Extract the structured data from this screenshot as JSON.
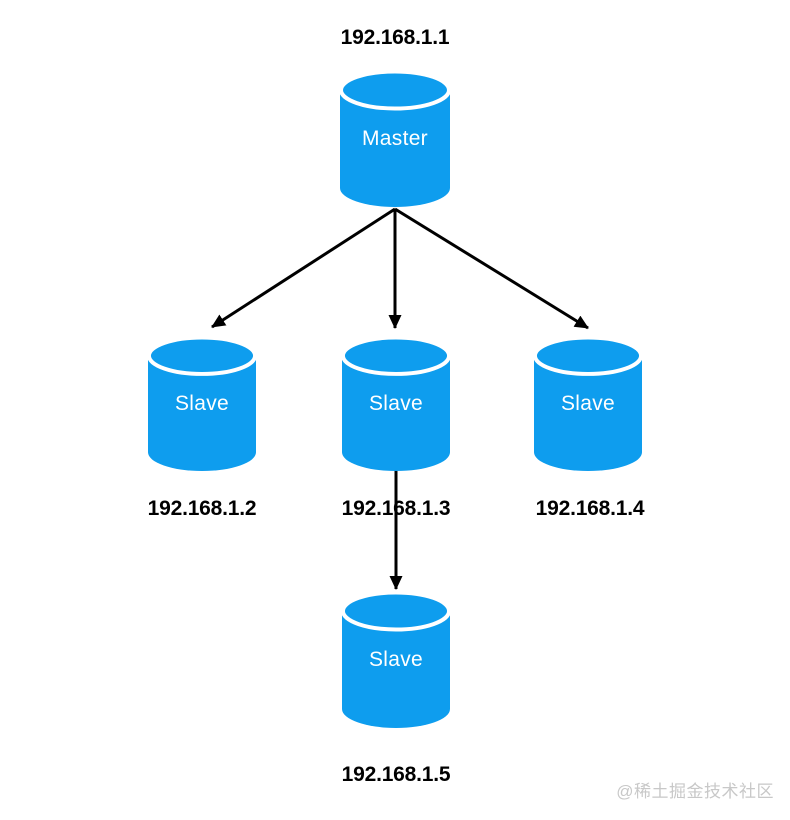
{
  "diagram": {
    "type": "master-slave-replication-topology",
    "nodes": {
      "master": {
        "label": "Master",
        "ip": "192.168.1.1"
      },
      "slave1": {
        "label": "Slave",
        "ip": "192.168.1.2"
      },
      "slave2": {
        "label": "Slave",
        "ip": "192.168.1.3"
      },
      "slave3": {
        "label": "Slave",
        "ip": "192.168.1.4"
      },
      "slave4": {
        "label": "Slave",
        "ip": "192.168.1.5"
      }
    },
    "edges": [
      {
        "from": "192.168.1.1",
        "to": "192.168.1.2"
      },
      {
        "from": "192.168.1.1",
        "to": "192.168.1.3"
      },
      {
        "from": "192.168.1.1",
        "to": "192.168.1.4"
      },
      {
        "from": "192.168.1.3",
        "to": "192.168.1.5"
      }
    ],
    "colors": {
      "cylinder_fill": "#0E9DEE",
      "cylinder_divider": "#FFFFFF",
      "arrow": "#000000",
      "node_label": "#FFFFFF",
      "ip_label": "#000000",
      "watermark": "#C8C8C8"
    },
    "watermark": "@稀土掘金技术社区"
  }
}
